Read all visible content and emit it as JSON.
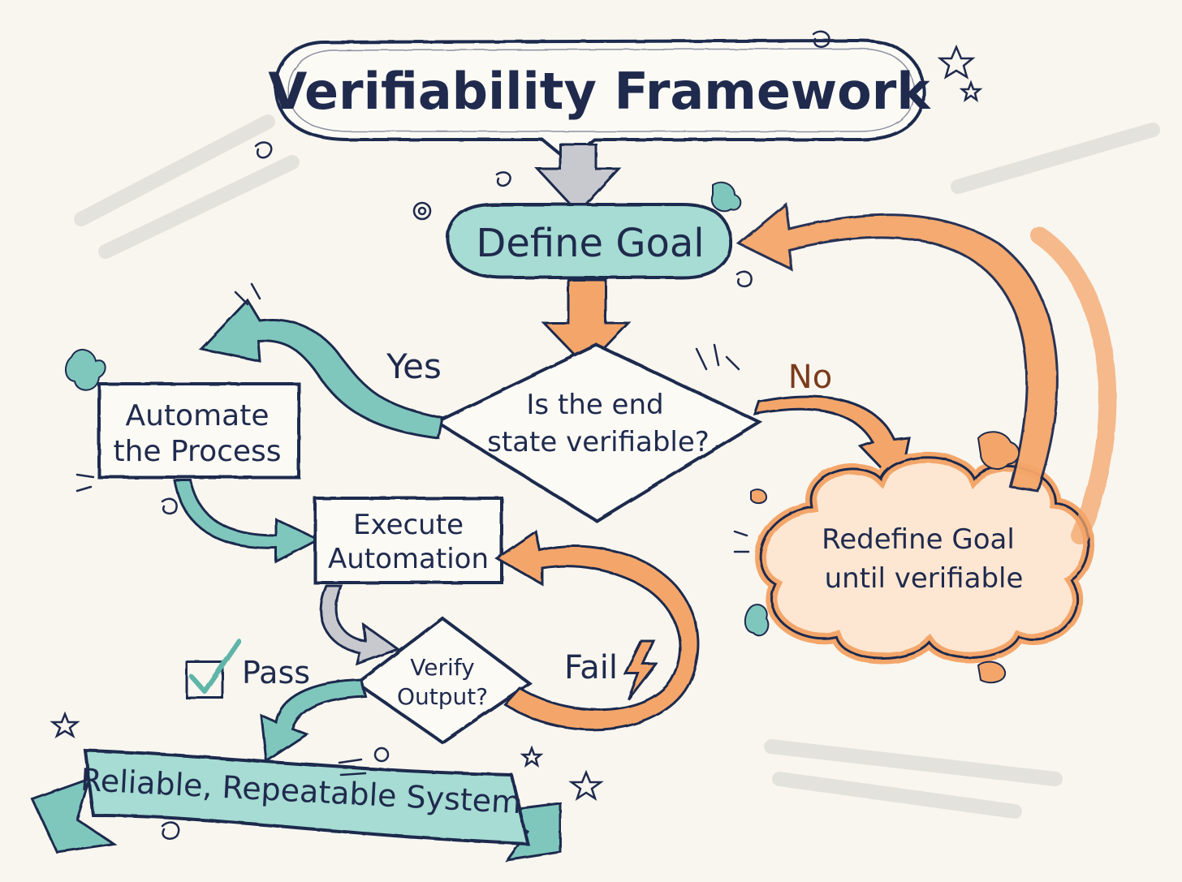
{
  "title": "Verifiability Framework",
  "nodes": {
    "define_goal": "Define Goal",
    "decision_verifiable": [
      "Is the end",
      "state verifiable?"
    ],
    "automate": [
      "Automate",
      "the Process"
    ],
    "execute": [
      "Execute",
      "Automation"
    ],
    "verify_output": [
      "Verify",
      "Output?"
    ],
    "redefine_goal": [
      "Redefine Goal",
      "until verifiable"
    ],
    "result": "Reliable, Repeatable System"
  },
  "edge_labels": {
    "yes": "Yes",
    "no": "No",
    "pass": "Pass",
    "fail": "Fail"
  },
  "colors": {
    "ink": "#1f2a4d",
    "teal": "#7fc7bd",
    "teal_light": "#a6dcd3",
    "orange": "#f4a66a",
    "orange_light": "#f9c9a0",
    "paper": "#f8f6ef",
    "no_label": "#7a3b1c"
  },
  "icons": [
    "checkbox-check-icon",
    "lightning-icon",
    "star-icon",
    "swirl-icon"
  ]
}
